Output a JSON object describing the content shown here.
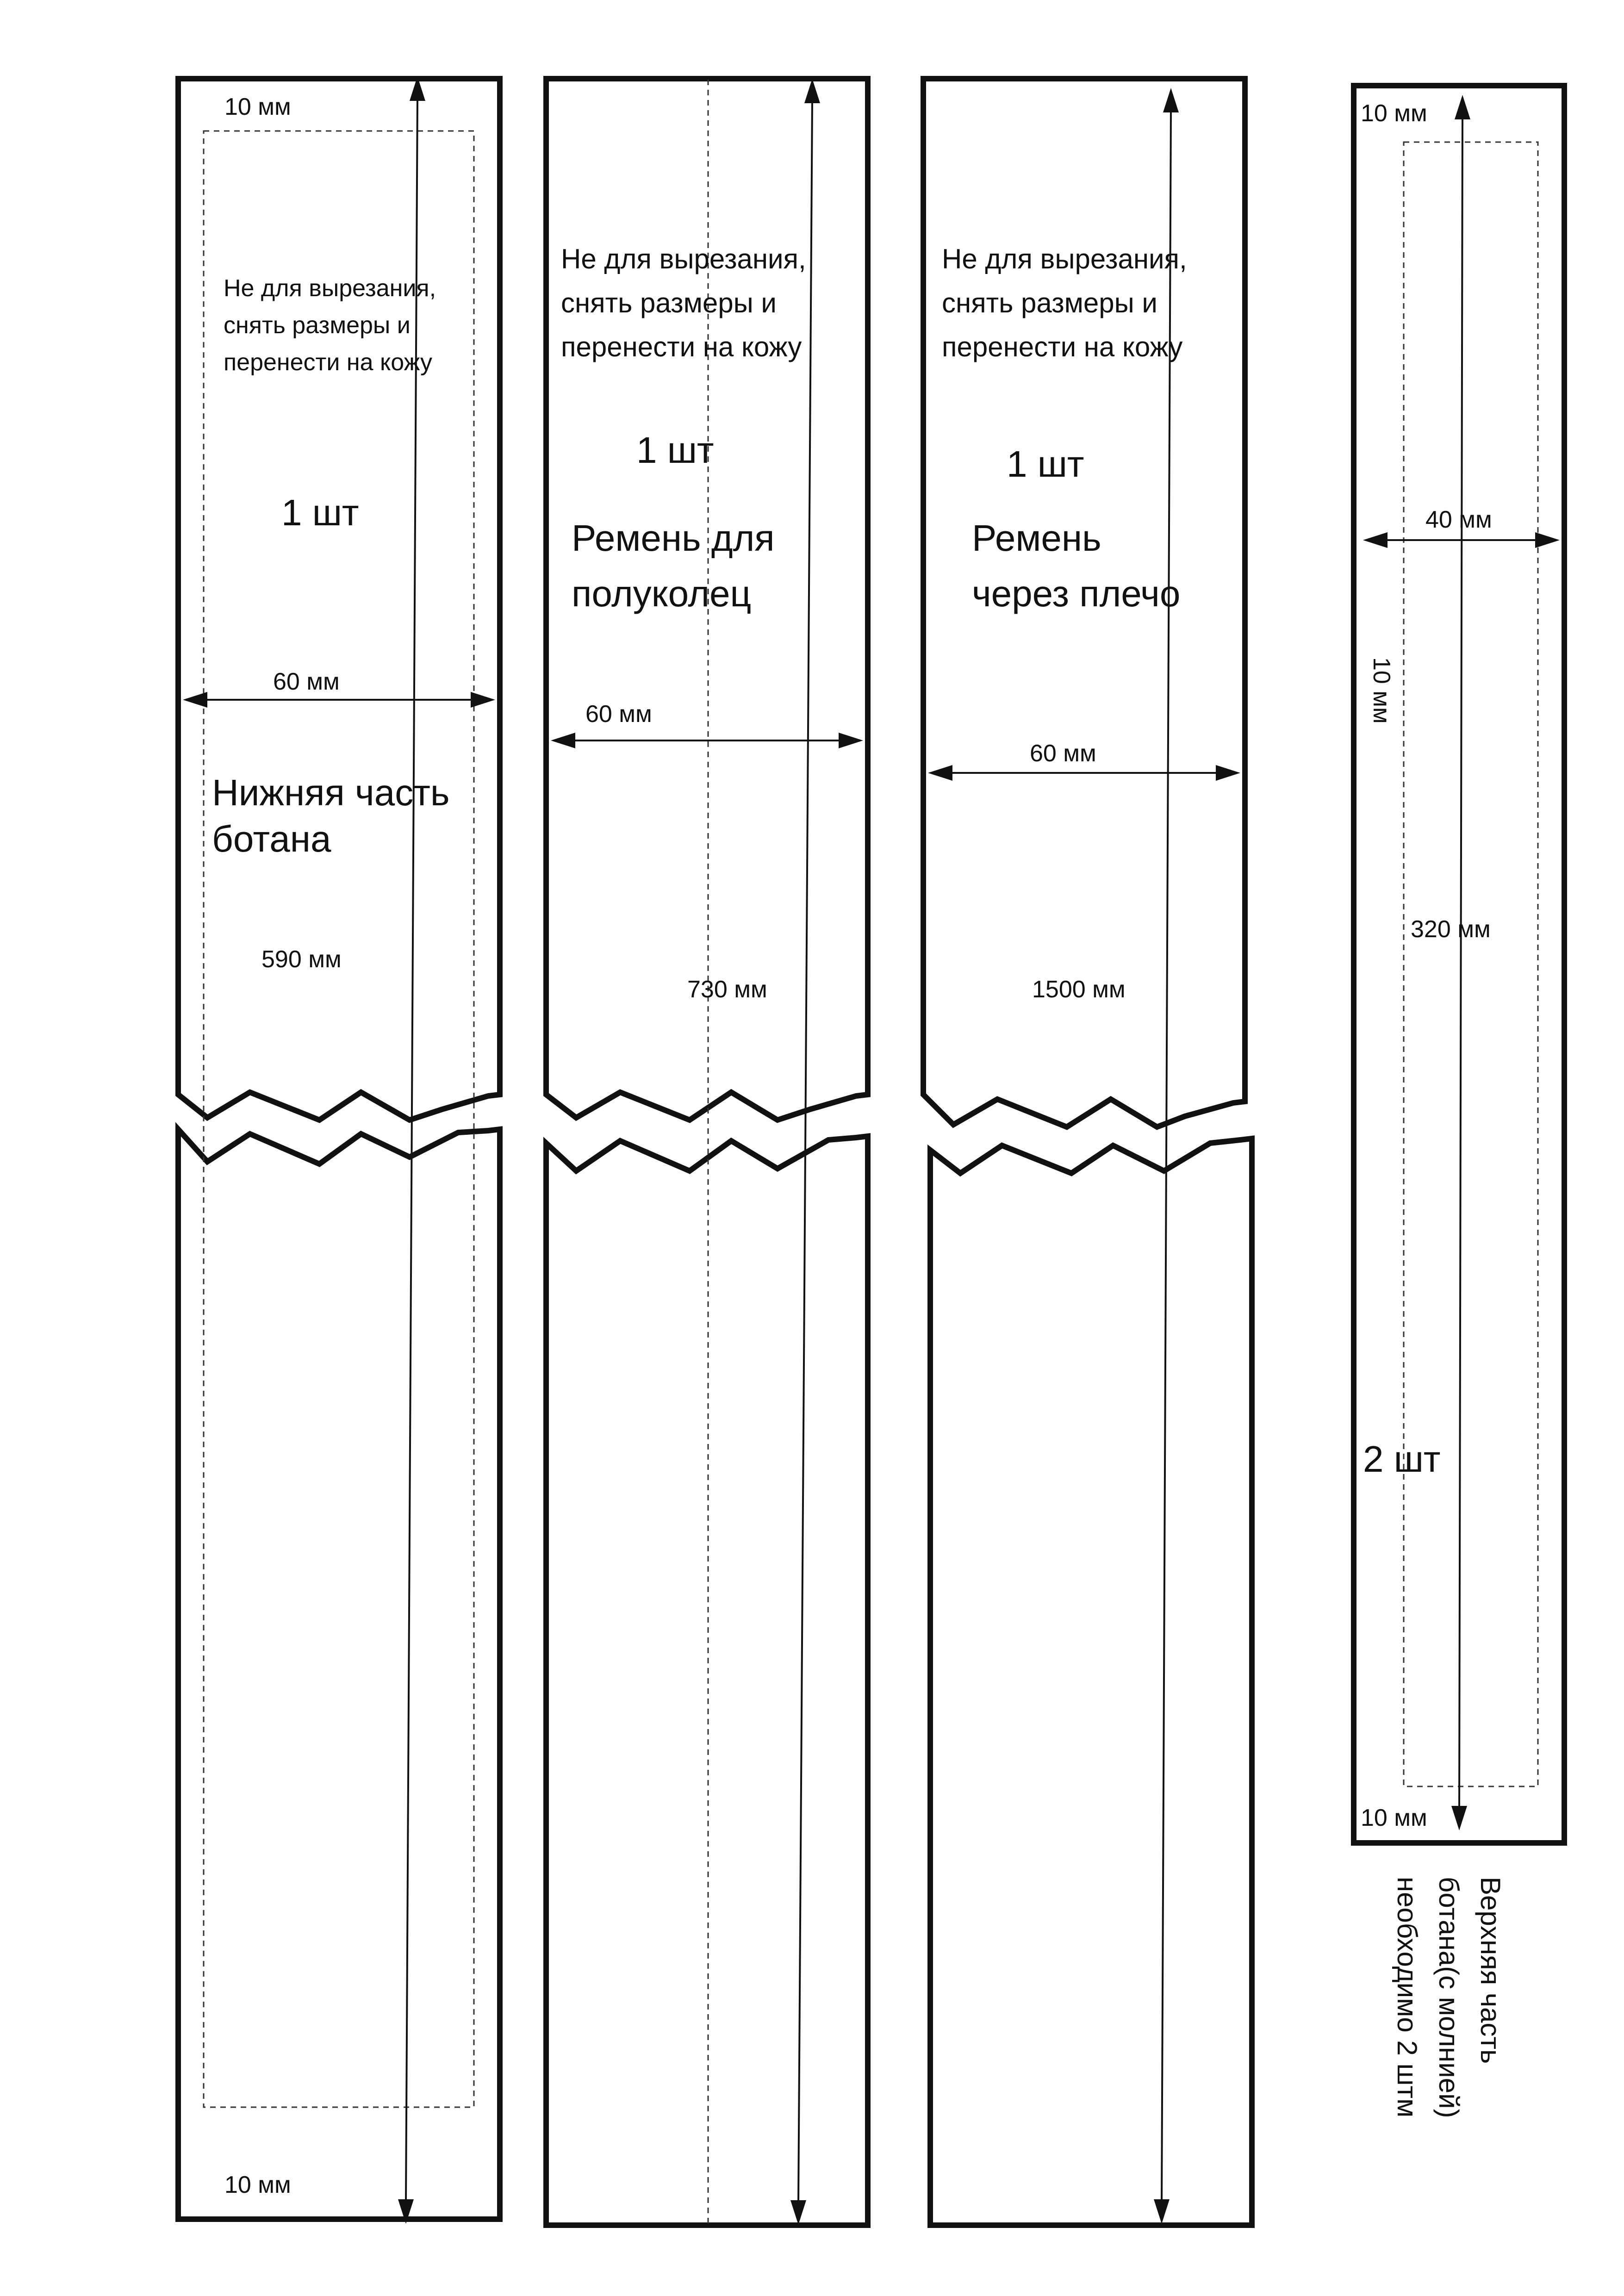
{
  "colors": {
    "line": "#111111",
    "paper": "#ffffff",
    "seam": "#333333"
  },
  "pieces": {
    "bottom": {
      "note": [
        "Не для вырезания,",
        "снять размеры и",
        "перенести на кожу"
      ],
      "quantity": "1 шт",
      "name": [
        "Нижняя часть",
        "ботана"
      ],
      "margin_top": "10 мм",
      "margin_bottom": "10 мм",
      "width": "60 мм",
      "length": "590 мм"
    },
    "ring_strap": {
      "note": [
        "Не для вырезания,",
        "снять размеры и",
        "перенести на кожу"
      ],
      "quantity": "1 шт",
      "name": [
        "Ремень для",
        "полуколец"
      ],
      "width": "60 мм",
      "length": "730 мм"
    },
    "shoulder_strap": {
      "note": [
        "Не для вырезания,",
        "снять размеры и",
        "перенести на кожу"
      ],
      "quantity": "1 шт",
      "name": [
        "Ремень",
        "через плечо"
      ],
      "width": "60 мм",
      "length": "1500 мм"
    },
    "top": {
      "margin_top": "10 мм",
      "margin_bottom": "10 мм",
      "margin_side": "10 мм",
      "width": "40 мм",
      "length": "320 мм",
      "quantity": "2 шт",
      "name": [
        "Верхняя часть",
        "ботана(с молнией)",
        "необходимо 2 штм"
      ]
    }
  }
}
